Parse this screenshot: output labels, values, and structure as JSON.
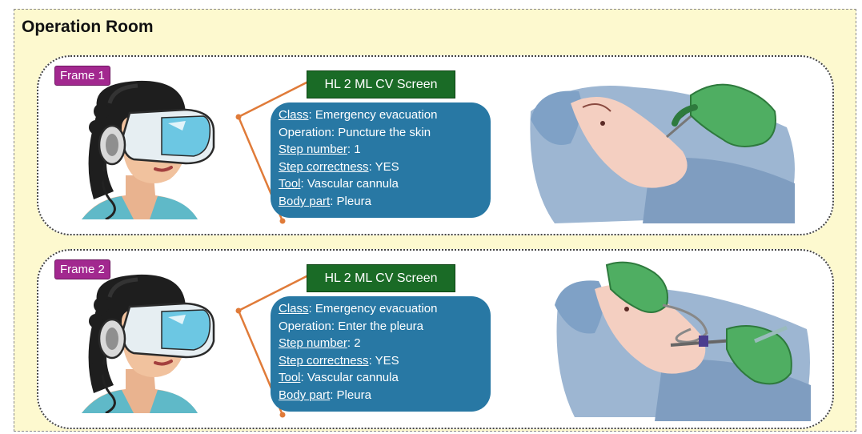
{
  "room": {
    "title": "Operation Room"
  },
  "frames": [
    {
      "tag": "Frame 1",
      "screen_label": "HL 2 ML CV Screen",
      "fields": [
        {
          "key": "Class",
          "value": ": Emergency evacuation",
          "underline": true
        },
        {
          "key": "Operation: Puncture the skin",
          "value": "",
          "underline": false
        },
        {
          "key": "Step number",
          "value": ": 1",
          "underline": true
        },
        {
          "key": "Step correctness",
          "value": ": YES",
          "underline": true
        },
        {
          "key": "Tool",
          "value": ": Vascular cannula",
          "underline": true
        },
        {
          "key": "Body part",
          "value": ": Pleura",
          "underline": true
        }
      ]
    },
    {
      "tag": "Frame 2",
      "screen_label": "HL 2 ML CV Screen",
      "fields": [
        {
          "key": "Class",
          "value": ": Emergency evacuation",
          "underline": true
        },
        {
          "key": "Operation: Enter the pleura",
          "value": "",
          "underline": false
        },
        {
          "key": "Step number",
          "value": ": 2",
          "underline": true
        },
        {
          "key": "Step correctness",
          "value": ": YES",
          "underline": true
        },
        {
          "key": "Tool",
          "value": ": Vascular cannula",
          "underline": true
        },
        {
          "key": "Body part",
          "value": ": Pleura",
          "underline": true
        }
      ]
    }
  ],
  "colors": {
    "room_bg": "#fdf9cf",
    "frame_tag": "#a2288f",
    "screen_label": "#1a6b26",
    "info_box": "#2878a4",
    "connector": "#e07b39",
    "glove": "#4fae62",
    "drape": "#8aa9c9"
  },
  "icons": [
    "vr-headset-person-illustration",
    "patient-procedure-illustration"
  ]
}
